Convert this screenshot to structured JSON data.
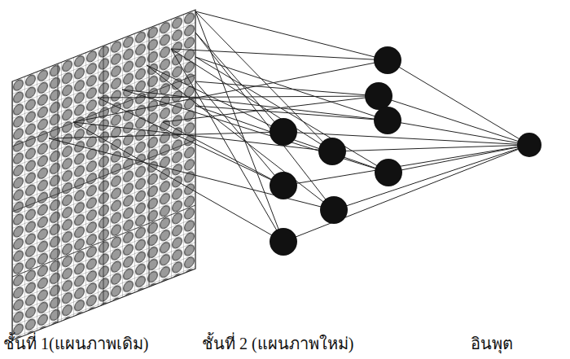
{
  "diagram": {
    "labels": [
      "ชั้นที่ 1(แผนภาพเดิม)",
      "ชั้นที่ 2 (แผนภาพใหม่)",
      "อินพุต"
    ]
  }
}
